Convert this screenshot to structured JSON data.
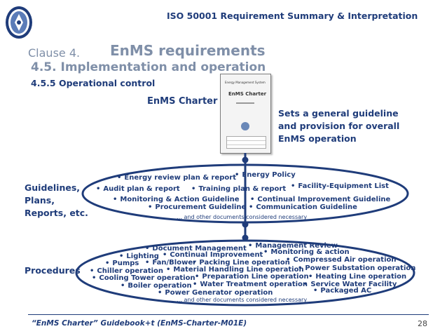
{
  "header": {
    "title": "ISO 50001 Requirement Summary & Interpretation"
  },
  "logo": {
    "icon": "emblem-logo-icon"
  },
  "clause": {
    "prefix": "Clause 4.",
    "title": "EnMS requirements",
    "section": "4.5. Implementation and operation",
    "subsection": "4.5.5 Operational control"
  },
  "charter": {
    "label": "EnMS Charter",
    "description": "Sets a general guideline and provision for overall EnMS operation",
    "document": {
      "line1": "Energy Management System",
      "heading": "EnMS Charter"
    }
  },
  "guidelines": {
    "label": "Guidelines, Plans, Reports, etc.",
    "items": [
      "Energy review plan & report",
      "Energy Policy",
      "Audit plan & report",
      "Training plan & report",
      "Facility-Equipment List",
      "Monitoring & Action Guideline",
      "Continual Improvement Guideline",
      "Procurement Guideline",
      "Communication Guideline"
    ],
    "note": "… and other documents considered necessary"
  },
  "procedures": {
    "label": "Procedures",
    "items": [
      "Document Management",
      "Management Review",
      "Lighting",
      "Continual Improvement",
      "Monitoring & action",
      "Pumps",
      "Fan/Blower",
      "Packing Line operation",
      "Compressed Air operation",
      "Chiller operation",
      "Material Handling Line operation",
      "Power Substation operation",
      "Cooling Tower operation",
      "Preparation Line operation",
      "Heating Line operation",
      "Boiler operation",
      "Water Treatment operation",
      "Service Water Facility",
      "Power Generator operation",
      "Packaged AC"
    ],
    "note": "… and other documents considered necessary"
  },
  "footer": {
    "source": "“EnMS Charter” Guidebook+t (EnMS-Charter-M01E)",
    "page": "28"
  },
  "colors": {
    "primary": "#1f3c7a",
    "muted": "#7f8fa8"
  }
}
